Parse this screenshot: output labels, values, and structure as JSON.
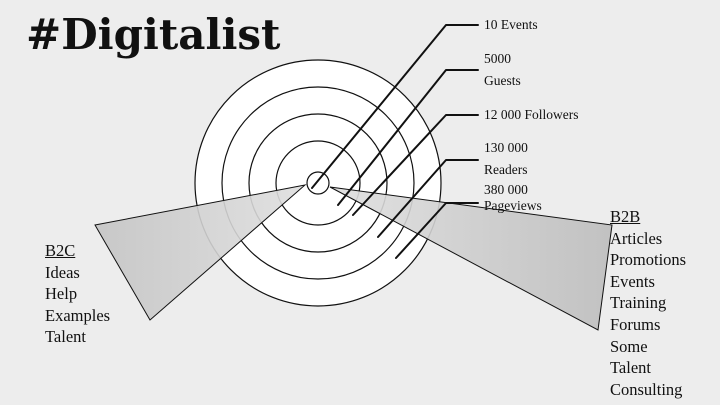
{
  "title": "#Digitalist",
  "metrics": [
    {
      "line1": "10 Events",
      "line2": ""
    },
    {
      "line1": "5000",
      "line2": "Guests"
    },
    {
      "line1": "12 000 Followers",
      "line2": ""
    },
    {
      "line1": "130 000",
      "line2": "Readers"
    },
    {
      "line1": "380 000",
      "line2": "Pageviews"
    }
  ],
  "b2c": {
    "heading": "B2C",
    "items": [
      "Ideas",
      "Help",
      "Examples",
      "Talent"
    ]
  },
  "b2b": {
    "heading": "B2B",
    "items": [
      "Articles",
      "Promotions",
      "Events",
      "Training",
      "Forums",
      "Some",
      "Talent",
      "Consulting"
    ]
  },
  "colors": {
    "background": "#ededed",
    "wedge_fill": "#cfcfcf",
    "stroke": "#111111"
  }
}
